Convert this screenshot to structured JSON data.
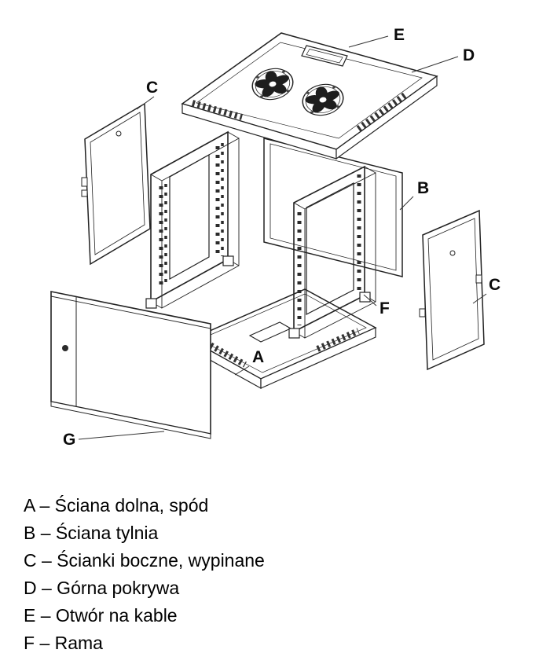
{
  "colors": {
    "line": "#222222",
    "background": "#ffffff"
  },
  "labels": {
    "a": "A",
    "b": "B",
    "c_left": "C",
    "c_right": "C",
    "d": "D",
    "e": "E",
    "f": "F",
    "g": "G"
  },
  "legend": {
    "items": [
      "A – Ściana dolna, spód",
      "B – Ściana tylnia",
      "C – Ścianki boczne, wypinane",
      "D – Górna pokrywa",
      "E – Otwór na kable",
      "F – Rama"
    ]
  }
}
